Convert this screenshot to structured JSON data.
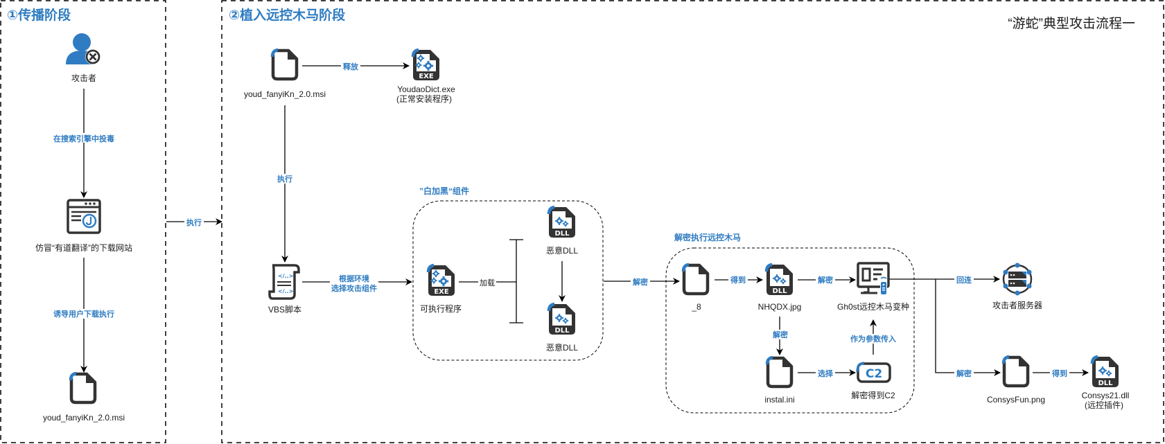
{
  "title": "“游蛇”典型攻击流程一",
  "colors": {
    "accent": "#2f7cc2",
    "icon_dark": "#333333",
    "line": "#000000"
  },
  "phases": [
    {
      "label": "①传播阶段"
    },
    {
      "label": "②植入远控木马阶段"
    }
  ],
  "groups": {
    "white_black": "”白加黑“组件",
    "decrypt_exec": "解密执行远控木马"
  },
  "nodes": {
    "attacker": {
      "label": "攻击者",
      "icon": "attacker-user-icon"
    },
    "fake_site": {
      "label": "仿冒“有道翻译”的下载网站",
      "icon": "web-page-icon"
    },
    "msi_phase1": {
      "label": "youd_fanyiKn_2.0.msi",
      "icon": "file-icon"
    },
    "msi_phase2": {
      "label": "youd_fanyiKn_2.0.msi",
      "icon": "file-icon"
    },
    "youdao_exe": {
      "label": "YoudaoDict.exe",
      "sublabel": "(正常安装程序)",
      "icon": "exe-file-icon"
    },
    "vbs": {
      "label": "VBS脚本",
      "icon": "script-scroll-icon"
    },
    "exe": {
      "label": "可执行程序",
      "icon": "exe-file-icon",
      "badge": "EXE"
    },
    "dll_top": {
      "label": "恶意DLL",
      "icon": "dll-file-icon",
      "badge": "DLL"
    },
    "dll_bottom": {
      "label": "恶意DLL",
      "icon": "dll-file-icon",
      "badge": "DLL"
    },
    "file_8": {
      "label": "_8",
      "icon": "file-icon"
    },
    "nhqdx": {
      "label": "NHQDX.jpg",
      "icon": "dll-file-icon",
      "badge": "DLL"
    },
    "gh0st": {
      "label": "Gh0st远控木马变种",
      "icon": "remote-control-monitor-icon"
    },
    "instal": {
      "label": "instal.ini",
      "icon": "file-icon"
    },
    "c2": {
      "label": "解密得到C2",
      "icon": "c2-icon",
      "badge": "C2"
    },
    "server": {
      "label": "攻击者服务器",
      "icon": "server-network-icon"
    },
    "consysfun": {
      "label": "ConsysFun.png",
      "icon": "file-icon"
    },
    "consys21": {
      "label": "Consys21.dll",
      "sublabel": "(远控插件)",
      "icon": "dll-file-icon",
      "badge": "DLL"
    }
  },
  "edges": {
    "poison": "在搜索引擎中投毒",
    "induce": "诱导用户下载执行",
    "exec_cross": "执行",
    "release": "释放",
    "exec_vbs": "执行",
    "choose_line1": "根据环境",
    "choose_line2": "选择攻击组件",
    "load": "加载",
    "decrypt_main": "解密",
    "get_nhqdx": "得到",
    "decrypt_gh0st": "解密",
    "decrypt_instal": "解密",
    "select_c2": "选择",
    "as_param": "作为参数传入",
    "callback": "回连",
    "decrypt_consys": "解密",
    "get_consys21": "得到"
  }
}
